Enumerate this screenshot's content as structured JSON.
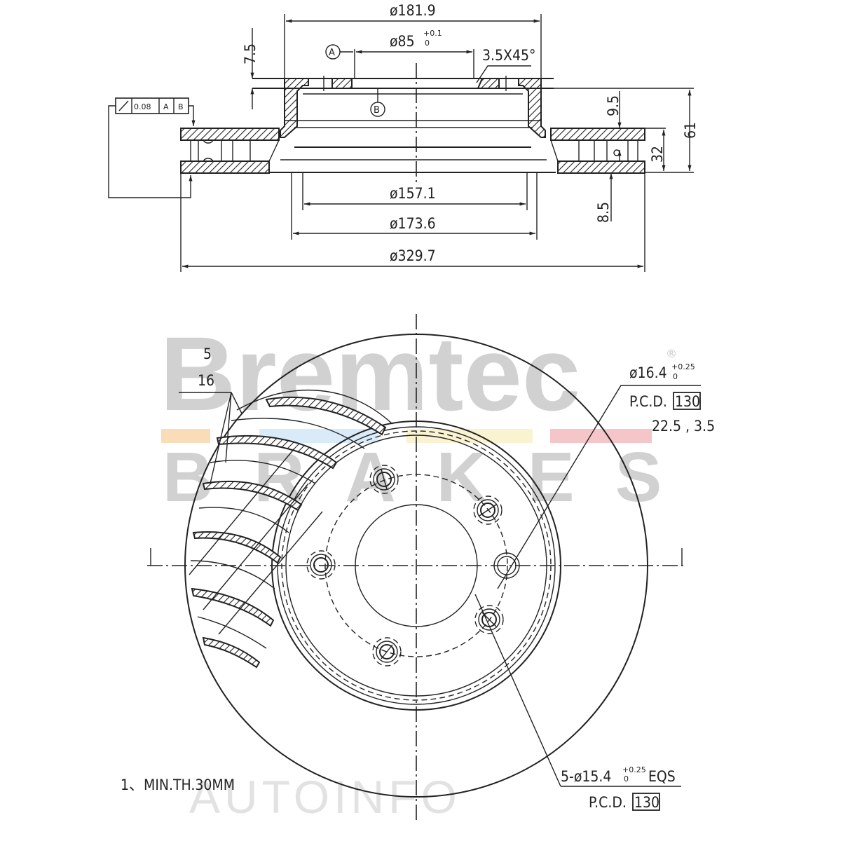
{
  "watermark": {
    "brand_top": "Bremtec",
    "brand_bottom": "BRAKES",
    "registered": "®",
    "footer": "AUTOINFO",
    "stripe_colors": [
      "#f9dcb8",
      "#cfe6f6",
      "#f9f0c6",
      "#f5c6c9"
    ]
  },
  "section_view": {
    "dimensions": {
      "hat_outer_diameter": "ø181.9",
      "center_bore": "ø85",
      "center_bore_tol_upper": "+0.1",
      "center_bore_tol_lower": "0",
      "chamfer": "3.5X45°",
      "hat_thickness": "7.5",
      "inner_face_offset": "9.5",
      "total_height": "61",
      "disc_thickness": "32",
      "lower_plate": "8.5",
      "inner_diameter_1": "ø157.1",
      "inner_diameter_2": "ø173.6",
      "outer_diameter": "ø329.7"
    },
    "datums": {
      "datum_a": "A",
      "datum_b": "B"
    },
    "feature_control_frame": {
      "symbol": "circular-runout",
      "tolerance": "0.08",
      "datum_1": "A",
      "datum_2": "B"
    }
  },
  "plan_view": {
    "vane_callout": {
      "count_top": "5",
      "count_bottom": "16"
    },
    "stud_hole_callout": {
      "diameter": "ø16.4",
      "tol_upper": "+0.25",
      "tol_lower": "0",
      "pcd_label": "P.C.D.",
      "pcd_value": "130",
      "angles": "22.5 , 3.5"
    },
    "bolt_hole_callout": {
      "diameter": "5-ø15.4",
      "tol_upper": "+0.25",
      "tol_lower": "0",
      "suffix": "EQS",
      "pcd_label": "P.C.D.",
      "pcd_value": "130"
    },
    "note": "1、MIN.TH.30MM"
  }
}
